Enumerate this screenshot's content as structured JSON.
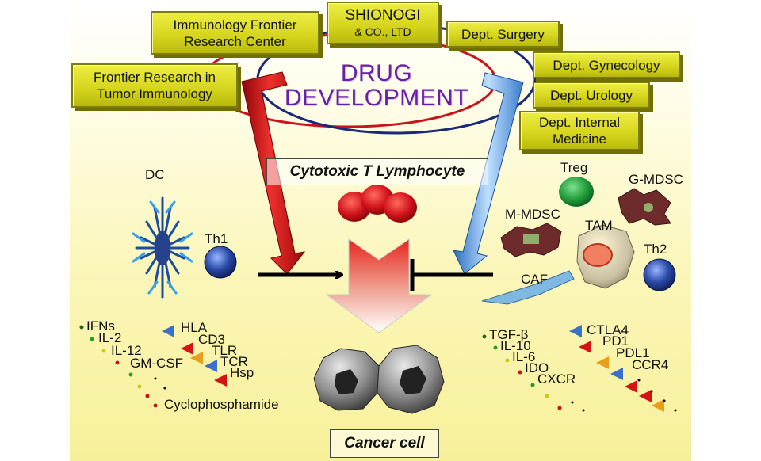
{
  "institutions": {
    "immunology_frontier": "Immunology Frontier Research Center",
    "shionogi_line1": "SHIONOGI",
    "shionogi_line2": "& CO., LTD",
    "dept_surgery": "Dept. Surgery",
    "frontier_tumor": "Frontier Research in Tumor Immunology",
    "dept_gynecology": "Dept. Gynecology",
    "dept_urology": "Dept. Urology",
    "dept_internal": "Dept. Internal Medicine"
  },
  "title": {
    "line1": "DRUG",
    "line2": "DEVELOPMENT"
  },
  "center": {
    "ctl_label": "Cytotoxic T Lymphocyte",
    "cancer_label": "Cancer cell"
  },
  "left_cells": {
    "dc": "DC",
    "th1": "Th1"
  },
  "right_cells": {
    "treg": "Treg",
    "g_mdsc": "G-MDSC",
    "m_mdsc": "M-MDSC",
    "tam": "TAM",
    "th2": "Th2",
    "caf": "CAF"
  },
  "left_factors": [
    "IFNs",
    "IL-2",
    "IL-12",
    "GM-CSF",
    "Cyclophosphamide"
  ],
  "left_targets": [
    "HLA",
    "CD3",
    "TLR",
    "TCR",
    "Hsp"
  ],
  "right_factors": [
    "TGF-β",
    "IL-10",
    "IL-6",
    "IDO",
    "CXCR"
  ],
  "right_targets": [
    "CTLA4",
    "PD1",
    "PDL1",
    "CCR4"
  ],
  "colors": {
    "box_fill": "#d8d820",
    "title_purple": "#6a1fa8",
    "activate_red": "#d4141a",
    "suppress_blue": "#4a8fd8",
    "tcell_red": "#c81418",
    "treg_green": "#1f9a3a",
    "mdsc_brown": "#6e2b2b"
  }
}
